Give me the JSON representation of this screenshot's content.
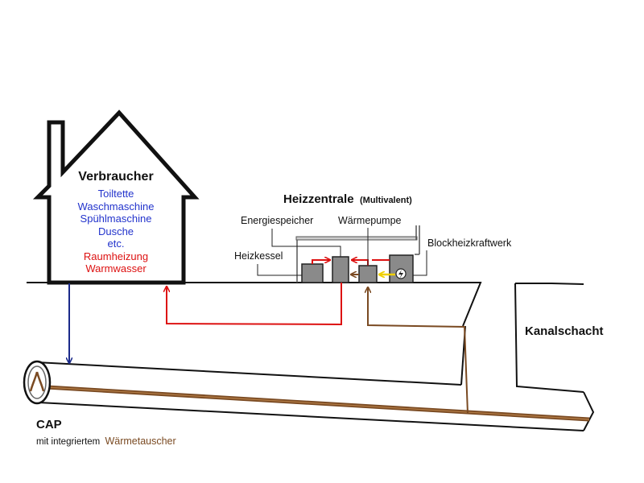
{
  "colors": {
    "outline": "#111111",
    "hot_water": "#dd1111",
    "cold_water": "#1a2a8a",
    "heat_exchanger": "#7a4a22",
    "electricity": "#f0d000",
    "device_fill": "#8a8a8a",
    "consumer_text": "#2233cc",
    "heating_text": "#dd1111"
  },
  "consumer": {
    "title": "Verbraucher",
    "items": [
      {
        "text": "Toiltette",
        "color": "blue"
      },
      {
        "text": "Waschmaschine",
        "color": "blue"
      },
      {
        "text": "Spühlmaschine",
        "color": "blue"
      },
      {
        "text": "Dusche",
        "color": "blue"
      },
      {
        "text": "etc.",
        "color": "blue"
      },
      {
        "text": "Raumheizung",
        "color": "red"
      },
      {
        "text": "Warmwasser",
        "color": "red"
      }
    ]
  },
  "central": {
    "title": "Heizzentrale",
    "subtitle": "(Multivalent)",
    "components": {
      "storage": "Energiespeicher",
      "heatpump": "Wärmepumpe",
      "chp": "Blockheizkraftwerk",
      "boiler": "Heizkessel"
    },
    "chp_icon": "lightning-icon"
  },
  "shaft": {
    "label": "Kanalschacht"
  },
  "pipe": {
    "label": "CAP",
    "sub_prefix": "mit integriertem",
    "sub_highlight": "Wärmetauscher"
  }
}
